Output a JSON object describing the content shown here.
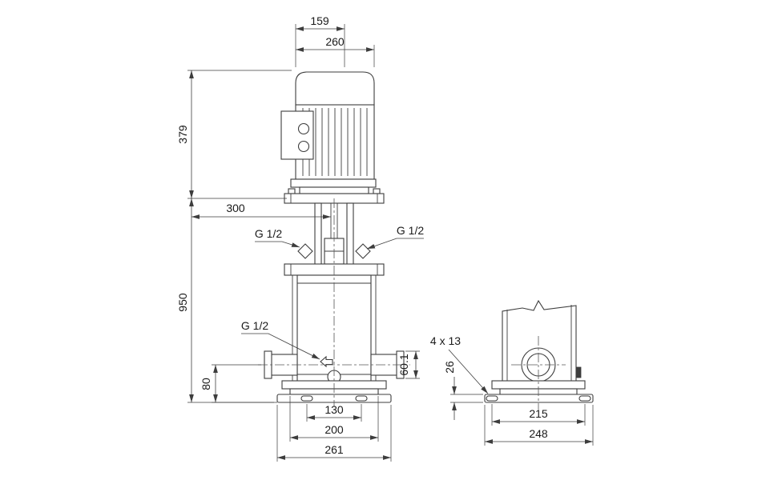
{
  "drawing": {
    "front": {
      "dim_159": "159",
      "dim_260": "260",
      "dim_379": "379",
      "dim_300": "300",
      "dim_950": "950",
      "vent_left": "G 1/2",
      "vent_right": "G 1/2",
      "drain": "G 1/2",
      "dim_80": "80",
      "dim_60_1": "60.1",
      "dim_130": "130",
      "dim_200": "200",
      "dim_261": "261"
    },
    "side": {
      "bolt_note": "4 x 13",
      "dim_26": "26",
      "dim_215": "215",
      "dim_248": "248"
    }
  }
}
